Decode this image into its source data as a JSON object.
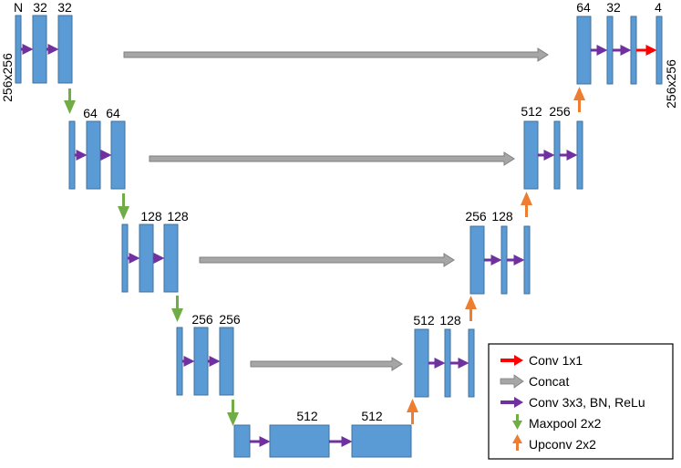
{
  "colors": {
    "block_fill": "#5b9bd5",
    "block_stroke": "#41719c",
    "conv1x1": "#ff0000",
    "concat_fill": "#a6a6a6",
    "concat_stroke": "#7f7f7f",
    "conv3x3": "#7030a0",
    "maxpool": "#70ad47",
    "upconv": "#ed7d31"
  },
  "labels": {
    "input_channels": "N",
    "enc1_a": "32",
    "enc1_b": "32",
    "input_size": "256x256",
    "enc2_a": "64",
    "enc2_b": "64",
    "enc3_a": "128",
    "enc3_b": "128",
    "enc4_a": "256",
    "enc4_b": "256",
    "bottleneck_a": "512",
    "bottleneck_b": "512",
    "dec4_a": "512",
    "dec4_b": "128",
    "dec3_a": "256",
    "dec3_b": "128",
    "dec2_a": "512",
    "dec2_b": "256",
    "dec1_a": "64",
    "dec1_b": "32",
    "output_channels": "4",
    "output_size": "256x256"
  },
  "legend": {
    "conv1x1": "Conv 1x1",
    "concat": "Concat",
    "conv3x3": "Conv 3x3, BN, ReLu",
    "maxpool": "Maxpool 2x2",
    "upconv": "Upconv 2x2"
  },
  "icons": {
    "conv1x1": "red-right-arrow-icon",
    "concat": "gray-right-arrow-icon",
    "conv3x3": "purple-right-arrow-icon",
    "maxpool": "green-down-arrow-icon",
    "upconv": "orange-up-arrow-icon"
  }
}
